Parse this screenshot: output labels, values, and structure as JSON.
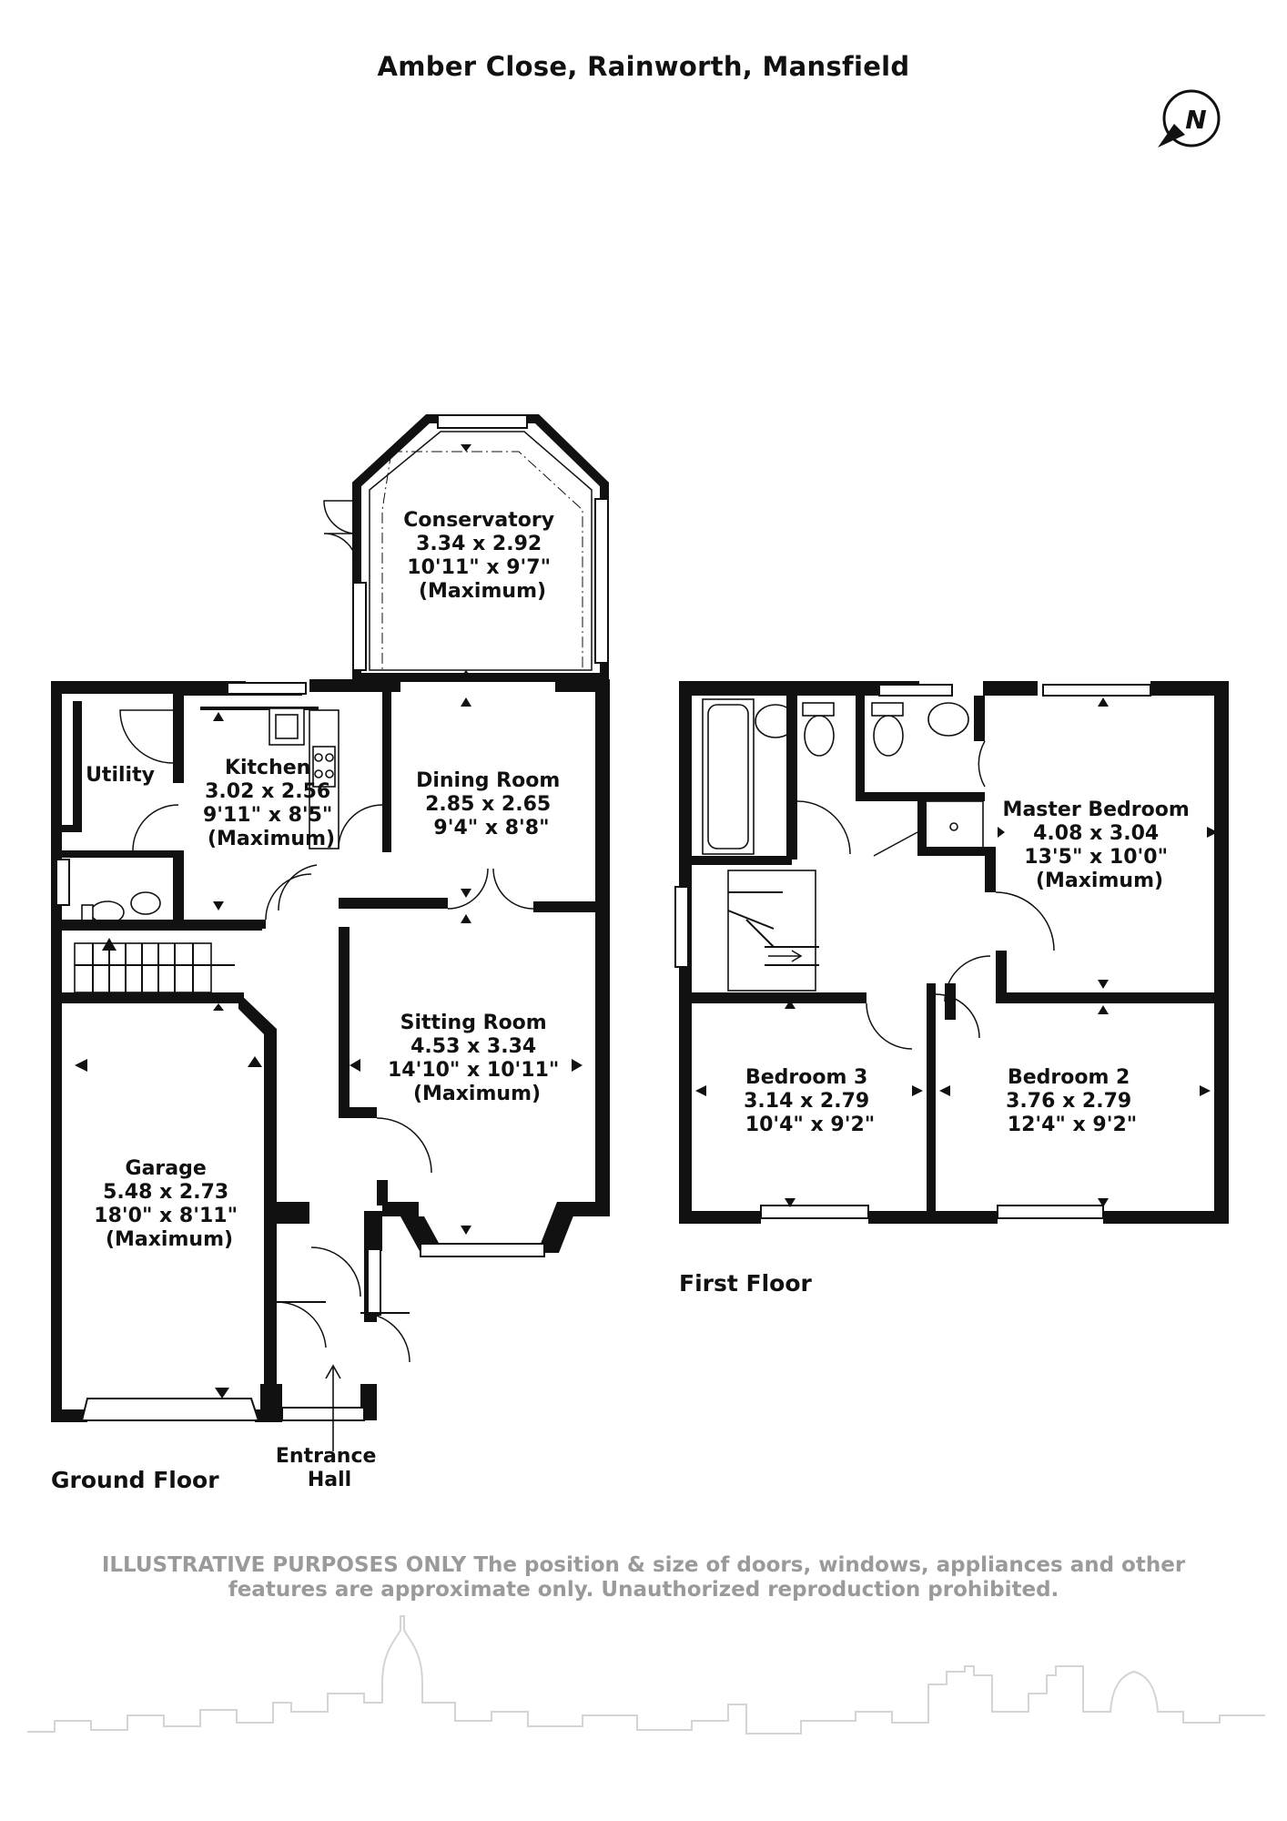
{
  "header": {
    "title": "Amber Close, Rainworth, Mansfield"
  },
  "compass": {
    "letter": "N",
    "icon": "north-arrow-icon"
  },
  "ground_floor": {
    "label": "Ground Floor",
    "rooms": {
      "conservatory": [
        "Conservatory",
        "3.34 x 2.92",
        "10'11\" x 9'7\"",
        "(Maximum)"
      ],
      "utility": [
        "Utility"
      ],
      "kitchen": [
        "Kitchen",
        "3.02 x 2.56",
        "9'11\" x 8'5\"",
        "(Maximum)"
      ],
      "dining": [
        "Dining Room",
        "2.85 x 2.65",
        "9'4\" x 8'8\""
      ],
      "sitting": [
        "Sitting Room",
        "4.53 x 3.34",
        "14'10\" x 10'11\"",
        "(Maximum)"
      ],
      "garage": [
        "Garage",
        "5.48 x 2.73",
        "18'0\" x 8'11\"",
        "(Maximum)"
      ],
      "entrance": [
        "Entrance",
        "Hall"
      ]
    }
  },
  "first_floor": {
    "label": "First Floor",
    "rooms": {
      "master": [
        "Master Bedroom",
        "4.08 x 3.04",
        "13'5\" x 10'0\"",
        "(Maximum)"
      ],
      "bedroom3": [
        "Bedroom 3",
        "3.14 x 2.79",
        "10'4\" x 9'2\""
      ],
      "bedroom2": [
        "Bedroom 2",
        "3.76 x 2.79",
        "12'4\" x 9'2\""
      ]
    }
  },
  "disclaimer": {
    "line1": "ILLUSTRATIVE PURPOSES ONLY  The position & size of doors, windows, appliances and other",
    "line2": "features are approximate only. Unauthorized reproduction prohibited."
  },
  "colors": {
    "wall": "#111111",
    "text": "#111111",
    "disclaimer": "#9a9a9a",
    "skyline": "#d2d2d2"
  }
}
